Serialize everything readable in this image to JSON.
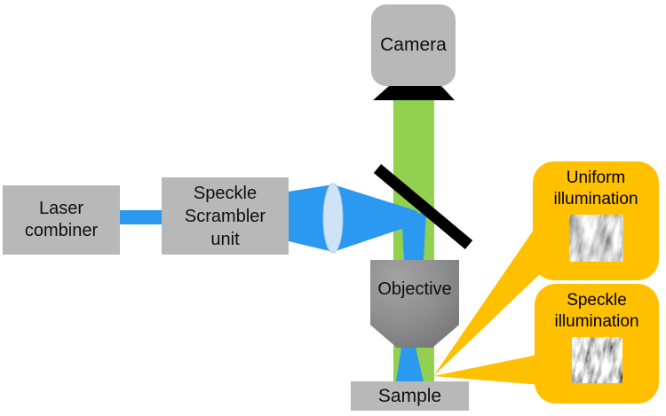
{
  "diagram": {
    "boxes": {
      "laser_combiner": "Laser combiner",
      "speckle_scrambler": "Speckle Scrambler unit",
      "camera": "Camera",
      "objective": "Objective",
      "sample": "Sample"
    },
    "callouts": {
      "uniform": "Uniform illumination",
      "speckle": "Speckle illumination"
    }
  },
  "colors": {
    "beam_blue": "#2b99f0",
    "beam_green": "#92d050",
    "lens_pale_blue": "#cfe3f6",
    "callout_yellow": "#ffc000",
    "box_gray": "#b8b8b8",
    "mirror_black": "#000000"
  }
}
